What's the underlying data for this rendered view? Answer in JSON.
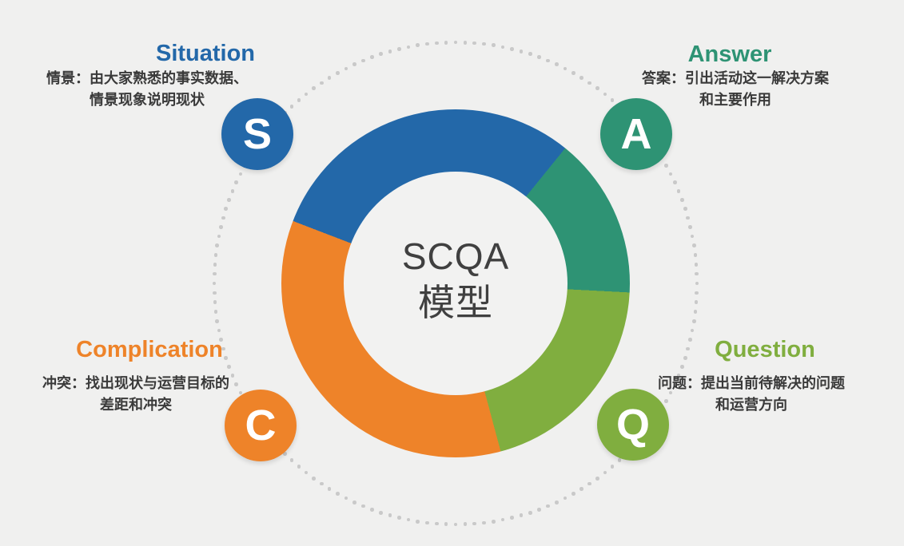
{
  "app": {
    "background": "#f0f0ef",
    "inner_circle": "#f2f2f1",
    "dot_color": "#c9c9c9",
    "text_dark": "#3a3a3a"
  },
  "center": {
    "line1": "SCQA",
    "line2": "模型",
    "color": "#404040"
  },
  "quadrants": [
    {
      "key": "situation",
      "title": "Situation",
      "letter": "S",
      "color": "#2368a9",
      "desc_line1": "情景：由大家熟悉的事实数据、",
      "desc_line2": "情景现象说明现状"
    },
    {
      "key": "answer",
      "title": "Answer",
      "letter": "A",
      "color": "#2e9374",
      "desc_line1": "答案：引出活动这一解决方案",
      "desc_line2": "和主要作用"
    },
    {
      "key": "complication",
      "title": "Complication",
      "letter": "C",
      "color": "#ee8329",
      "desc_line1": "冲突：找出现状与运营目标的",
      "desc_line2": "差距和冲突"
    },
    {
      "key": "question",
      "title": "Question",
      "letter": "Q",
      "color": "#80ae3f",
      "desc_line1": "问题：提出当前待解决的问题",
      "desc_line2": "和运营方向"
    }
  ],
  "chart_data": {
    "type": "pie",
    "variant": "donut",
    "title": "SCQA 模型",
    "categories": [
      "Situation",
      "Answer",
      "Question",
      "Complication"
    ],
    "values": [
      30,
      15,
      20,
      35
    ],
    "value_unit": "percent-of-ring (estimated from arc angles)",
    "colors": [
      "#2368a9",
      "#2e9374",
      "#80ae3f",
      "#ee8329"
    ],
    "start_angle_deg": -69,
    "clockwise": true,
    "inner_radius_ratio": 0.64,
    "legend": "none"
  }
}
